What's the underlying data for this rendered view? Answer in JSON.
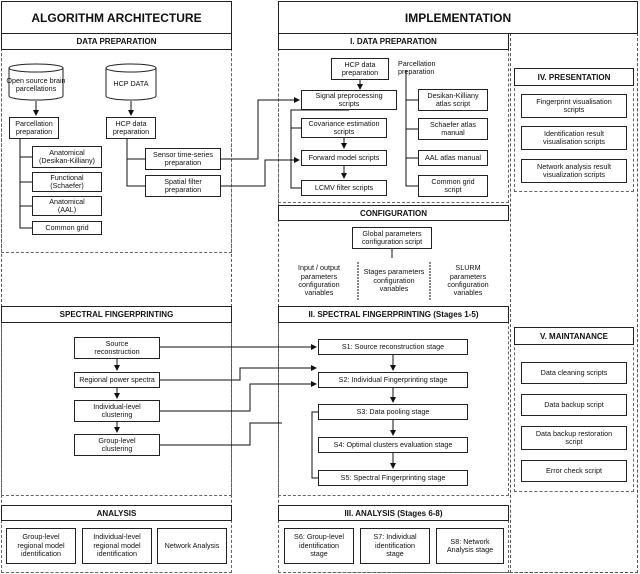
{
  "left": {
    "title": "ALGORITHM ARCHITECTURE",
    "data_prep": {
      "title": "DATA PREPARATION",
      "db1": "Open source brain\nparcellations",
      "db2": "HCP DATA",
      "parcellation_prep": "Parcellation\npreparation",
      "anatomical_dk": "Anatomical\n(Desikan-Killiany)",
      "functional": "Functional\n(Schaefer)",
      "anatomical_aal": "Anatomical\n(AAL)",
      "common_grid": "Common grid",
      "hcp_prep": "HCP data\npreparation",
      "sensor_ts": "Sensor time-series\npreparation",
      "spatial_filter": "Spatial filter\npreparation"
    },
    "spectral": {
      "title": "SPECTRAL FINGERPRINTING",
      "source_recon": "Source\nreconstruction",
      "regional_power": "Regional power spectra",
      "individual_clustering": "Individual-level\nclustering",
      "group_clustering": "Group-level\nclustering"
    },
    "analysis": {
      "title": "ANALYSIS",
      "group_model": "Group-level\nregional model\nidentification",
      "individual_model": "Individual-level\nregional model\nidentification",
      "network": "Network Analysis"
    }
  },
  "right": {
    "title": "IMPLEMENTATION",
    "data_prep": {
      "title": "I. DATA PREPARATION",
      "hcp_prep": "HCP data\npreparation",
      "parc_prep": "Parcellation\npreparation",
      "signal_prep": "Signal preprocessing\nscripts",
      "covariance": "Covariance estimation\nscripts",
      "forward": "Forward model scripts",
      "lcmv": "LCMV filter scripts",
      "dk_script": "Desikan-Killiany\natlas script",
      "schaefer": "Schaefer atlas\nmanual",
      "aal": "AAL atlas manual",
      "grid": "Common grid\nscript"
    },
    "configuration": {
      "title": "CONFIGURATION",
      "global": "Global parameters\nconfiguration script",
      "io": "Input / output\nparameters\nconfiguration\nvariables",
      "stages": "Stages parameters\nconfiguration\nvariables",
      "slurm": "SLURM\nparameters\nconfiguration\nvariables"
    },
    "spectral": {
      "title": "II. SPECTRAL FINGERPRINTING (Stages 1-5)",
      "s1": "S1: Source reconstruction stage",
      "s2": "S2: Individual Fingerprinting stage",
      "s3": "S3: Data pooling stage",
      "s4": "S4: Optimal clusters evaluation stage",
      "s5": "S5: Spectral Fingerprinting stage"
    },
    "analysis": {
      "title": "III. ANALYSIS (Stages 6-8)",
      "s6": "S6: Group-level\nidentification\nstage",
      "s7": "S7: Individual\nidentification\nstage",
      "s8": "S8: Network\nAnalysis stage"
    },
    "presentation": {
      "title": "IV. PRESENTATION",
      "fingerprint": "Fingerprint visualisation\nscripts",
      "identification": "Identification result\nvisualisation scripts",
      "network": "Network analysis result\nvisualization scripts"
    },
    "maintenance": {
      "title": "V. MAINTANANCE",
      "cleaning": "Data cleaning scripts",
      "backup": "Data backup script",
      "restore": "Data backup restoration\nscript",
      "error": "Error check script"
    }
  }
}
